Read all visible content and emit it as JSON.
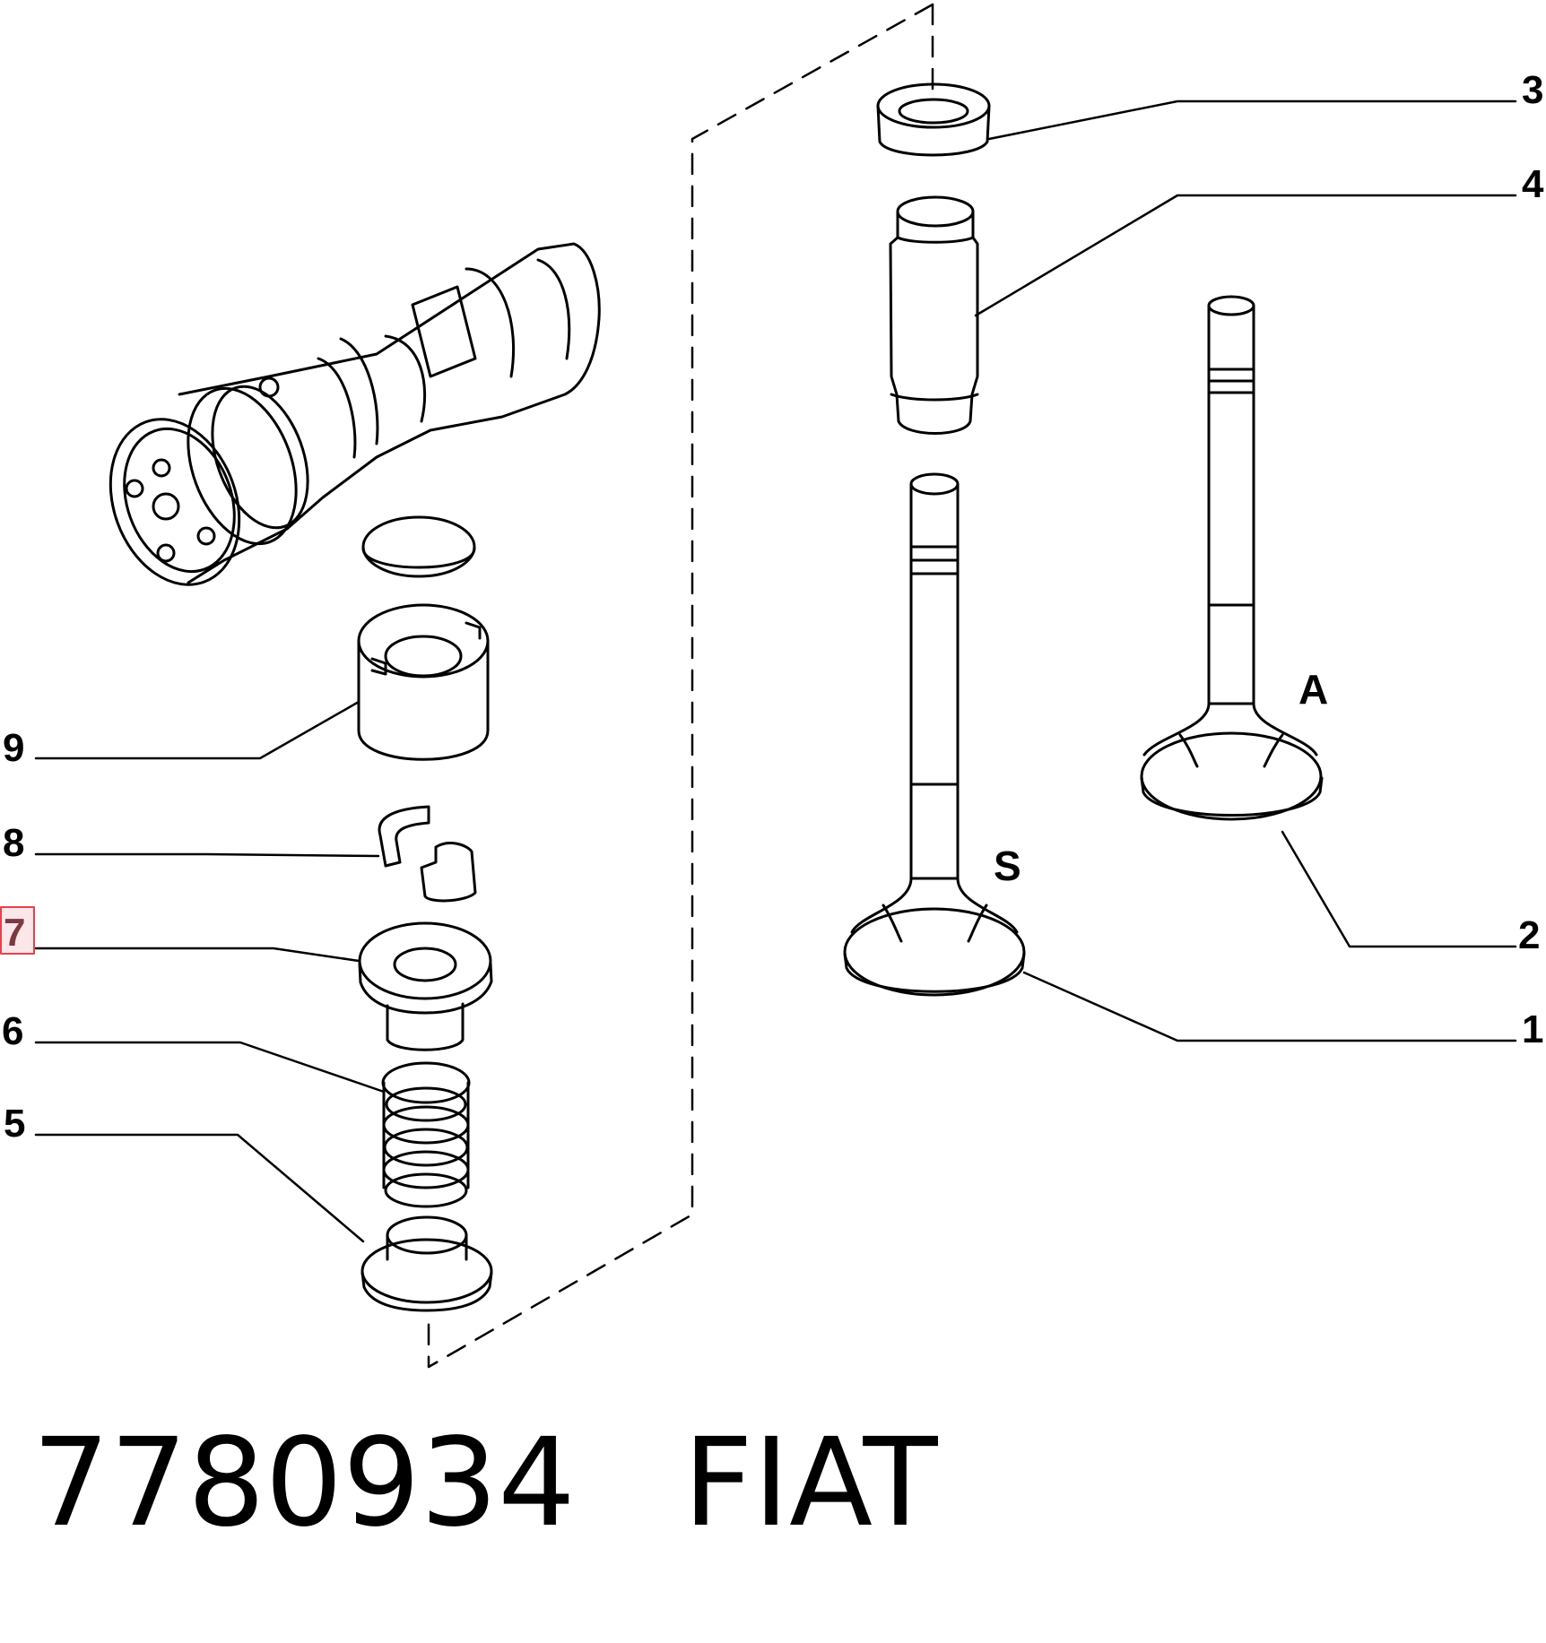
{
  "callouts": {
    "c1": "1",
    "c2": "2",
    "c3": "3",
    "c4": "4",
    "c5": "5",
    "c6": "6",
    "c7": "7",
    "c8": "8",
    "c9": "9"
  },
  "letters": {
    "intake": "A",
    "exhaust": "S"
  },
  "highlight": {
    "callout": "7",
    "color": "#e8404a"
  },
  "footer": {
    "part_number": "7780934",
    "brand": "FIAT"
  }
}
